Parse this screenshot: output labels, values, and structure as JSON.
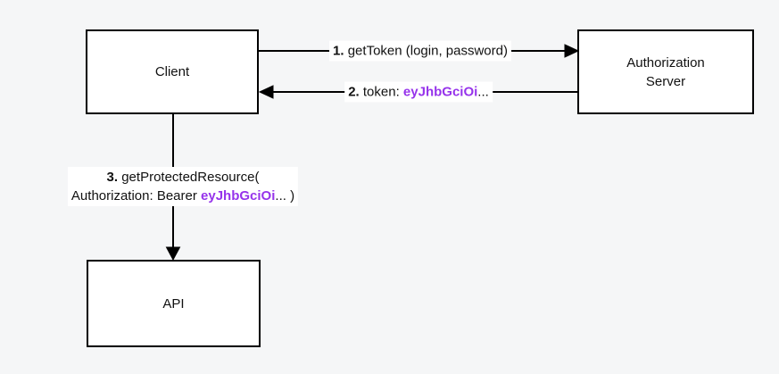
{
  "canvas": {
    "background": "#f5f6f7",
    "node_fill": "#ffffff",
    "node_border": "#000000",
    "edge_color": "#000000",
    "text_color": "#111111",
    "token_color": "#9633eb"
  },
  "nodes": {
    "client": {
      "label": "Client"
    },
    "auth_server": {
      "label": "Authorization Server"
    },
    "api": {
      "label": "API"
    }
  },
  "edges": {
    "get_token": {
      "from": "client",
      "to": "auth_server",
      "num": "1.",
      "label": "getToken (login, password)"
    },
    "token_response": {
      "from": "auth_server",
      "to": "client",
      "num": "2.",
      "label": "token:",
      "token": "eyJhbGciOi",
      "suffix": "..."
    },
    "get_protected_resource": {
      "from": "client",
      "to": "api",
      "num": "3.",
      "line1": "getProtectedResource(",
      "line2_prefix": "Authorization: Bearer",
      "token": "eyJhbGciOi",
      "line2_suffix": "... )"
    }
  }
}
